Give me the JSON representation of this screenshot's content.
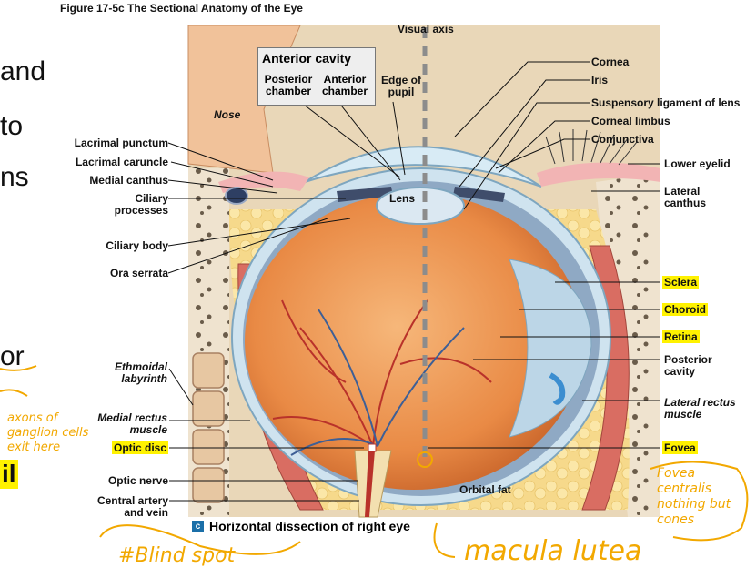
{
  "figure_title": "Figure 17-5c  The Sectional Anatomy of the Eye",
  "visual_axis": "Visual axis",
  "anterior_cavity": {
    "title": "Anterior cavity",
    "posterior_chamber": "Posterior chamber",
    "anterior_chamber": "Anterior chamber"
  },
  "labels_left": {
    "edge_of_pupil": "Edge of pupil",
    "nose": "Nose",
    "lacrimal_punctum": "Lacrimal punctum",
    "lacrimal_caruncle": "Lacrimal caruncle",
    "medial_canthus": "Medial canthus",
    "ciliary_processes": "Ciliary processes",
    "ciliary_body": "Ciliary body",
    "ora_serrata": "Ora serrata",
    "ethmoidal_labyrinth": "Ethmoidal labyrinth",
    "medial_rectus_muscle": "Medial rectus muscle",
    "optic_disc": "Optic disc",
    "optic_nerve": "Optic nerve",
    "central_artery_vein": "Central artery and vein",
    "lens": "Lens",
    "orbital_fat": "Orbital fat"
  },
  "labels_right": {
    "cornea": "Cornea",
    "iris": "Iris",
    "suspensory_ligament": "Suspensory ligament of lens",
    "corneal_limbus": "Corneal limbus",
    "conjunctiva": "Conjunctiva",
    "lower_eyelid": "Lower eyelid",
    "lateral_canthus": "Lateral canthus",
    "sclera": "Sclera",
    "choroid": "Choroid",
    "retina": "Retina",
    "posterior_cavity": "Posterior cavity",
    "lateral_rectus_muscle": "Lateral rectus muscle",
    "fovea": "Fovea"
  },
  "caption_letter": "c",
  "caption": "Horizontal dissection of right eye",
  "slide_text": {
    "frag_and": "and",
    "frag_to": "to",
    "frag_ns": "ns",
    "frag_or": "or",
    "frag_il": "il"
  },
  "handwriting": {
    "axons_note": "axons of ganglion cells exit here",
    "fovea_note": "Fovea centralis nothing but cones",
    "blind_spot": "#Blind spot",
    "macula": "macula lutea"
  },
  "colors": {
    "highlight": "#fff200",
    "handwriting": "#f2a800",
    "caption_badge": "#1b6fa8",
    "visual_axis": "#8c8c8c"
  }
}
